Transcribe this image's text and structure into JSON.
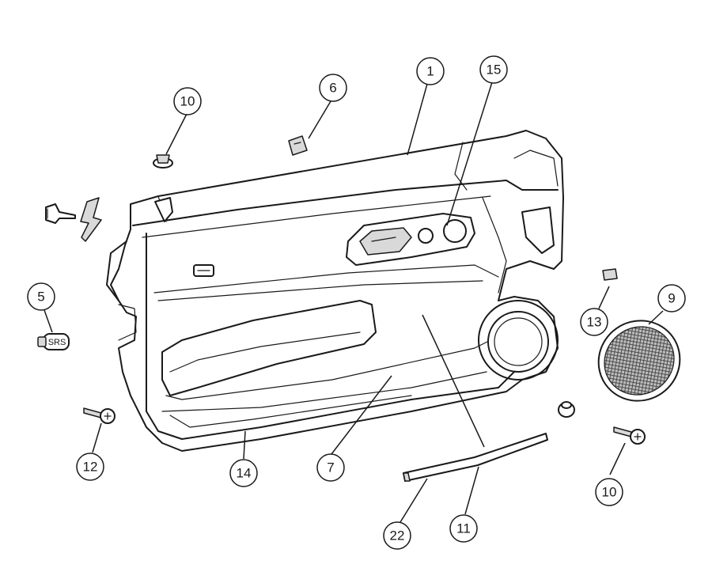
{
  "callouts": {
    "c1": "1",
    "c15": "15",
    "c6": "6",
    "c10_top": "10",
    "c5": "5",
    "c9": "9",
    "c13": "13",
    "c12": "12",
    "c14": "14",
    "c7": "7",
    "c22": "22",
    "c11": "11",
    "c10_bottom": "10"
  },
  "srs_badge_text": "SRS"
}
